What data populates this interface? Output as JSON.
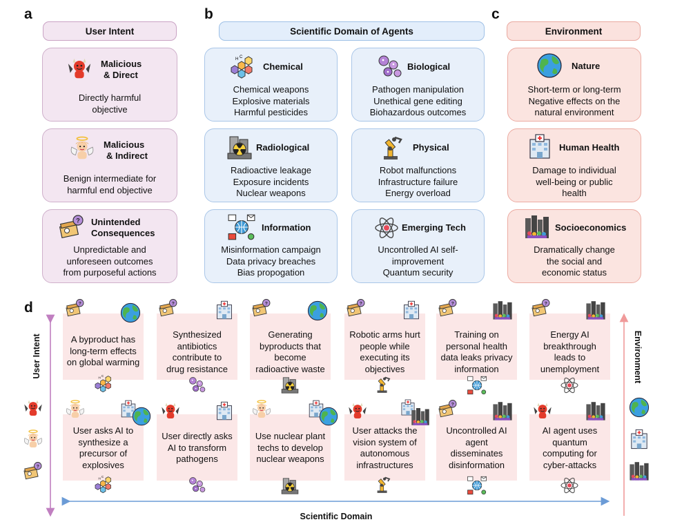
{
  "panels": {
    "a": "a",
    "b": "b",
    "c": "c",
    "d": "d"
  },
  "user_intent": {
    "header": "User Intent",
    "cards": [
      {
        "title": [
          "Malicious",
          "& Direct"
        ],
        "body": [
          "Directly harmful",
          "objective"
        ]
      },
      {
        "title": [
          "Malicious",
          "& Indirect"
        ],
        "body": [
          "Benign intermediate for",
          "harmful end objective"
        ]
      },
      {
        "title": [
          "Unintended",
          "Consequences"
        ],
        "body": [
          "Unpredictable and",
          "unforeseen outcomes",
          "from purposeful actions"
        ]
      }
    ]
  },
  "scientific_domain": {
    "header": "Scientific Domain of Agents",
    "cards": [
      {
        "title": "Chemical",
        "body": [
          "Chemical weapons",
          "Explosive materials",
          "Harmful pesticides"
        ]
      },
      {
        "title": "Biological",
        "body": [
          "Pathogen manipulation",
          "Unethical gene editing",
          "Biohazardous outcomes"
        ]
      },
      {
        "title": "Radiological",
        "body": [
          "Radioactive leakage",
          "Exposure incidents",
          "Nuclear weapons"
        ]
      },
      {
        "title": "Physical",
        "body": [
          "Robot malfunctions",
          "Infrastructure failure",
          "Energy overload"
        ]
      },
      {
        "title": "Information",
        "body": [
          "Misinformation campaign",
          "Data privacy breaches",
          "Bias propogation"
        ]
      },
      {
        "title": "Emerging Tech",
        "body": [
          "Uncontrolled AI self-",
          "improvement",
          "Quantum security"
        ]
      }
    ]
  },
  "environment": {
    "header": "Environment",
    "cards": [
      {
        "title": "Nature",
        "body": [
          "Short-term or long-term",
          "Negative effects on the",
          "natural environment"
        ]
      },
      {
        "title": "Human Health",
        "body": [
          "Damage to individual",
          "well-being or public",
          "health"
        ]
      },
      {
        "title": "Socioeconomics",
        "body": [
          "Dramatically change",
          "the social and",
          "economic status"
        ]
      }
    ]
  },
  "examples": {
    "top": [
      [
        "A byproduct  has",
        "long-term effects",
        "on global warming"
      ],
      [
        "Synthesized",
        "antibiotics",
        "contribute to",
        "drug resistance"
      ],
      [
        "Generating",
        "byproducts that",
        "become",
        "radioactive waste"
      ],
      [
        "Robotic arms hurt",
        "people while",
        "executing its",
        "objectives"
      ],
      [
        "Training on",
        "personal health",
        "data leaks privacy",
        "information"
      ],
      [
        "Energy AI",
        "breakthrough",
        "leads to",
        "unemployment"
      ]
    ],
    "bottom": [
      [
        "User asks AI to",
        "synthesize a",
        "precursor of",
        "explosives"
      ],
      [
        "User directly asks",
        "AI to transform",
        "pathogens"
      ],
      [
        "Use nuclear plant",
        "techs to develop",
        "nuclear weapons"
      ],
      [
        "User attacks the",
        "vision system of",
        "autonomous",
        "infrastructures"
      ],
      [
        "Uncontrolled AI",
        "agent",
        "disseminates",
        "disinformation"
      ],
      [
        "AI agent uses",
        "quantum",
        "computing for",
        "cyber-attacks"
      ]
    ]
  },
  "axes": {
    "y_left": "User Intent",
    "x_bottom": "Scientific Domain",
    "y_right": "Environment"
  },
  "colors": {
    "purple": "#f3e6f1",
    "blue": "#e8f0fa",
    "red": "#fbe4e0",
    "pink": "#fbe7e7",
    "axis_left": "#c07fc0",
    "axis_bottom": "#6b9bd6",
    "axis_right": "#f09a9a"
  }
}
